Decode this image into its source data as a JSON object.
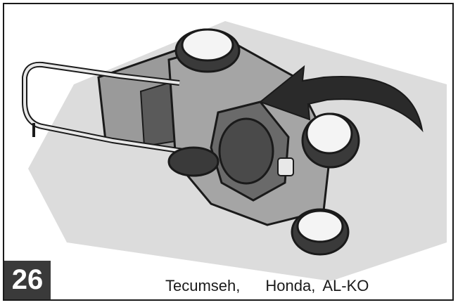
{
  "figure": {
    "step_number": "26",
    "brands": [
      "Tecumseh,",
      "Honda,",
      "AL-KO"
    ]
  },
  "colors": {
    "ground": "#dcdcdc",
    "body": "#9a9a9a",
    "dark": "#4a4a4a",
    "outline": "#1a1a1a",
    "badge": "#3a3a3a"
  },
  "icons": [
    "lawnmower-illustration",
    "rotate-arrow-icon"
  ]
}
